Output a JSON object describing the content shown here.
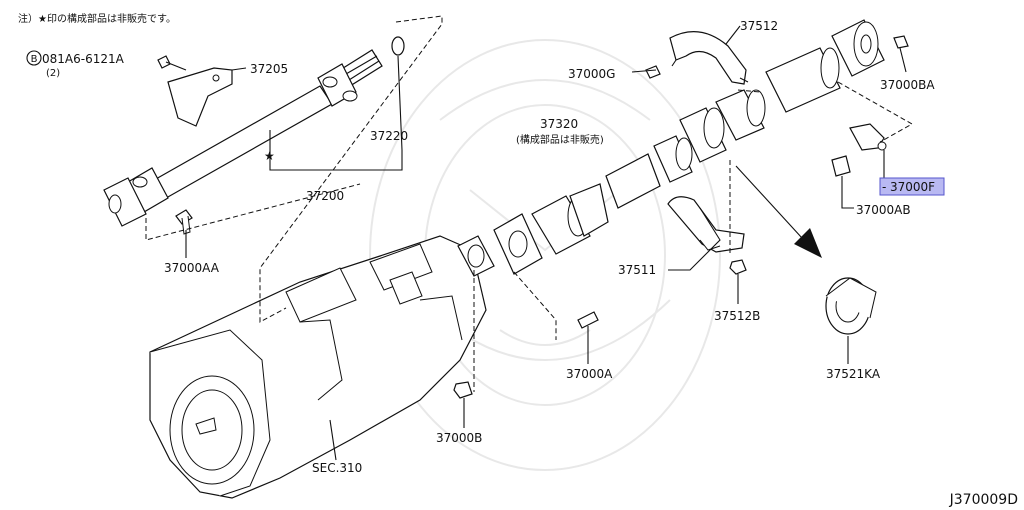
{
  "note": "注）★印の構成部品は非販売です。",
  "diagram_code": "J370009D",
  "highlight_color": "#b9b9f2",
  "labels": {
    "bolt_spec": "081A6-6121A",
    "bolt_spec_circle": "B",
    "bolt_qty": "(2)",
    "p37205": "37205",
    "p37220": "37220",
    "p37200": "37200",
    "p37000AA": "37000AA",
    "p37512": "37512",
    "p37000G": "37000G",
    "p37000BA": "37000BA",
    "p37320": "37320",
    "p37320_note": "(構成部品は非販売)",
    "p37000F": "37000F",
    "p37000AB": "37000AB",
    "p37511": "37511",
    "p37512B": "37512B",
    "p37000A": "37000A",
    "p37000B": "37000B",
    "p37521KA": "37521KA",
    "sec310": "SEC.310",
    "star": "★"
  }
}
